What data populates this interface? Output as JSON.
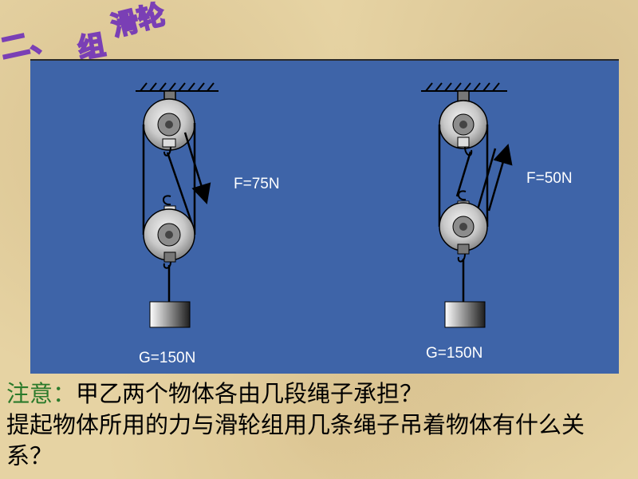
{
  "title": {
    "line1_prefix": "二、",
    "line1_word": "滑轮",
    "line2_word": "组"
  },
  "diagram": {
    "left_system": {
      "force_label": "F=75N",
      "weight_label": "G=150N"
    },
    "right_system": {
      "force_label": "F=50N",
      "weight_label": "G=150N"
    }
  },
  "note": {
    "label": "注意：",
    "question1": "甲乙两个物体各由几段绳子承担？",
    "question2": "提起物体所用的力与滑轮组用几条绳子吊着物体有什么关系？"
  },
  "colors": {
    "panel_blue": "#3e64a8",
    "background_tan": "#e6d3a3",
    "note_label_green": "#2b7a2b",
    "title_fill": "#ffffff",
    "title_stroke": "#7a3fb5"
  }
}
